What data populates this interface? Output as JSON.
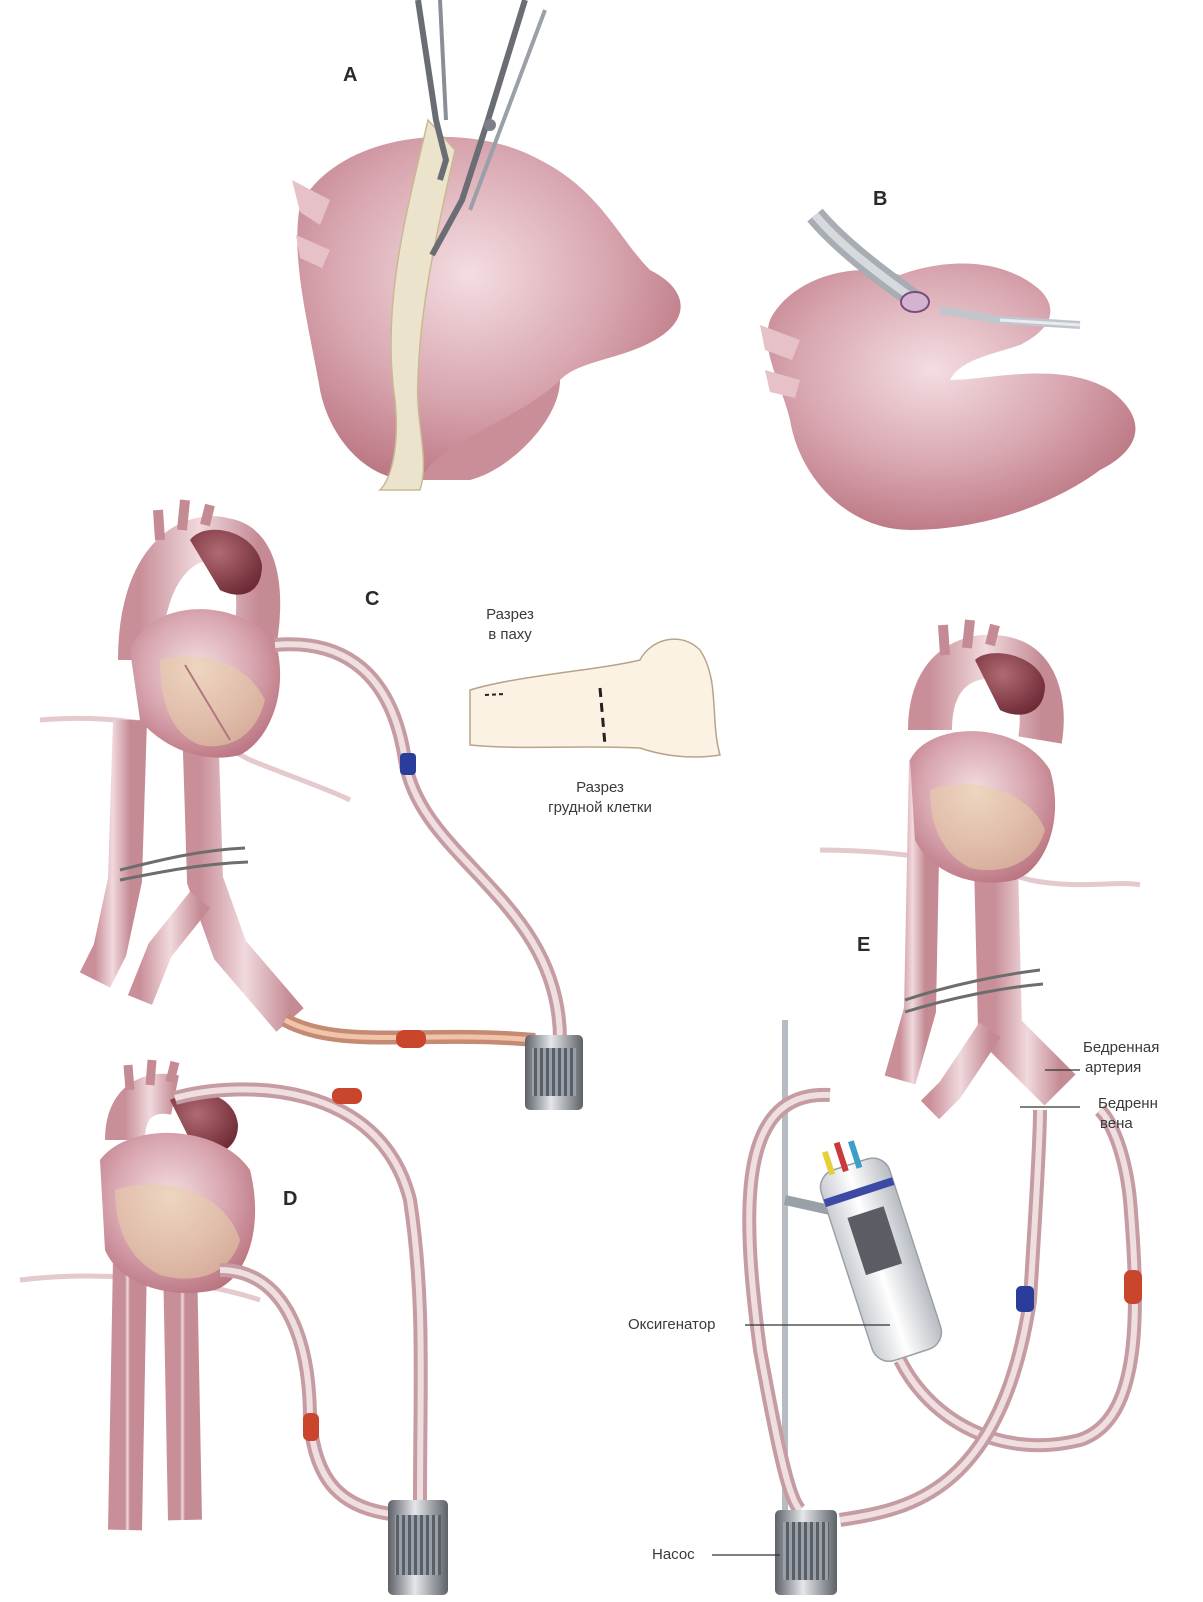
{
  "panels": {
    "a": "A",
    "b": "B",
    "c": "C",
    "d": "D",
    "e": "E"
  },
  "labels": {
    "groin_incision_line1": "Разрез",
    "groin_incision_line2": "в паху",
    "chest_incision_line1": "Разрез",
    "chest_incision_line2": "грудной клетки",
    "femoral_artery_line1": "Бедренная",
    "femoral_artery_line2": "артерия",
    "femoral_vein_line1": "Бедренн",
    "femoral_vein_line2": "вена",
    "oxygenator": "Оксигенатор",
    "pump": "Насос"
  },
  "colors": {
    "heart_pink": "#d7a3ad",
    "heart_dark": "#8f3e4a",
    "tubing": "#d9b9bd",
    "red_connector": "#c9452b",
    "blue_connector": "#2b3d9a",
    "pump_metal": "#8c9097"
  }
}
